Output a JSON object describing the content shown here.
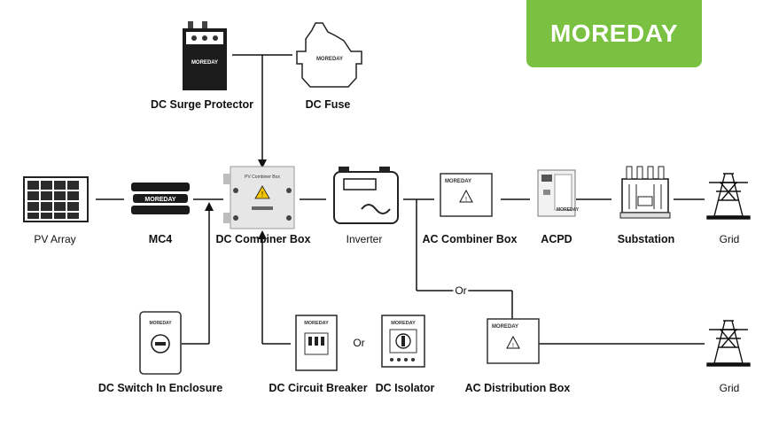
{
  "brand": {
    "logo_text": "MOREDAY",
    "accent_color": "#7ac142"
  },
  "labels": {
    "pv_array": "PV Array",
    "mc4": "MC4",
    "dc_combiner_box": "DC Combiner Box",
    "inverter": "Inverter",
    "ac_combiner_box": "AC Combiner Box",
    "acpd": "ACPD",
    "substation": "Substation",
    "grid_top": "Grid",
    "dc_surge_protector": "DC Surge Protector",
    "dc_fuse": "DC Fuse",
    "dc_switch_in_enclosure": "DC Switch In Enclosure",
    "dc_circuit_breaker": "DC Circuit Breaker",
    "or_isolator": "Or",
    "dc_isolator": "DC Isolator",
    "or_branch": "Or",
    "ac_distribution_box": "AC Distribution Box",
    "grid_bottom": "Grid"
  },
  "device_text": {
    "pv_combiner_label": "PV Combiner Box",
    "device_brand": "MOREDAY"
  },
  "icons": [
    "solar-panel-icon",
    "mc4-connector-icon",
    "combiner-box-icon",
    "inverter-icon",
    "ac-box-icon",
    "acpd-icon",
    "transformer-icon",
    "power-tower-icon",
    "surge-protector-icon",
    "fuse-icon",
    "switch-enclosure-icon",
    "circuit-breaker-icon",
    "isolator-icon"
  ]
}
